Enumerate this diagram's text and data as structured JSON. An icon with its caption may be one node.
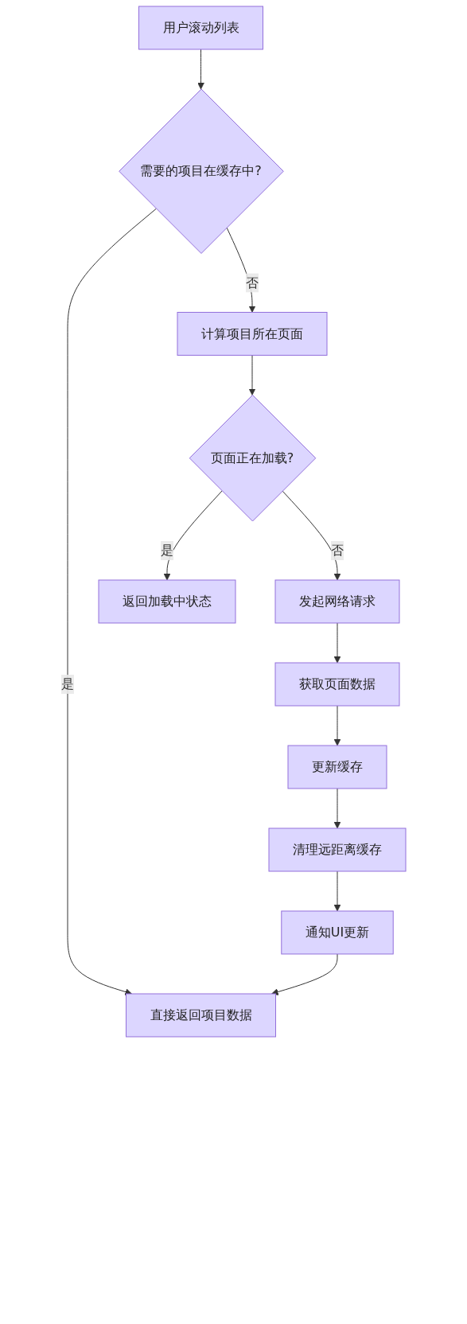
{
  "diagram": {
    "nodes": [
      {
        "text": [
          "用户滚动列表"
        ]
      },
      {
        "text": [
          "需要的项目在缓存中?"
        ]
      },
      {
        "text": [
          "计算项目所在页面"
        ]
      },
      {
        "text": [
          "页面正在加载?"
        ]
      },
      {
        "text": [
          "返回加载中状态"
        ]
      },
      {
        "text": [
          "发起网络请求"
        ]
      },
      {
        "text": [
          "获取页面数据"
        ]
      },
      {
        "text": [
          "更新缓存"
        ]
      },
      {
        "text": [
          "清理远距离缓存"
        ]
      },
      {
        "text": [
          "通知UI更新"
        ]
      },
      {
        "text": [
          "直接返回项目数据"
        ]
      }
    ],
    "edges": [
      {
        "from": 0,
        "to": 1,
        "arrow": "to"
      },
      {
        "from": 1,
        "to": 10,
        "arrow": "to",
        "label": "是"
      },
      {
        "from": 1,
        "to": 2,
        "arrow": "to",
        "label": "否"
      },
      {
        "from": 2,
        "to": 3,
        "arrow": "to"
      },
      {
        "from": 3,
        "to": 4,
        "arrow": "to",
        "label": "是"
      },
      {
        "from": 3,
        "to": 5,
        "arrow": "to",
        "label": "否"
      },
      {
        "from": 5,
        "to": 6,
        "arrow": "to"
      },
      {
        "from": 6,
        "to": 7,
        "arrow": "to"
      },
      {
        "from": 7,
        "to": 8,
        "arrow": "to"
      },
      {
        "from": 8,
        "to": 9,
        "arrow": "to"
      },
      {
        "from": 9,
        "to": 10,
        "arrow": "to"
      }
    ]
  }
}
